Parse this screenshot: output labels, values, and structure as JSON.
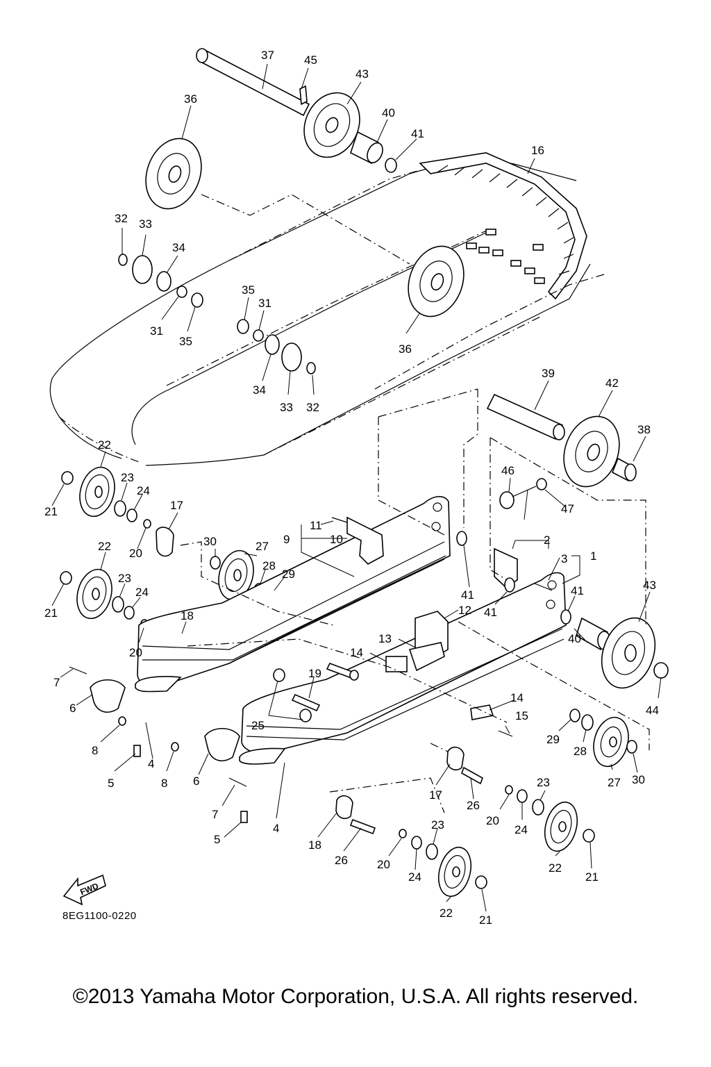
{
  "diagram": {
    "code": "8EG1100-0220",
    "fwd_label": "FWD",
    "callouts": [
      {
        "id": "c37a",
        "text": "37"
      },
      {
        "id": "c45",
        "text": "45"
      },
      {
        "id": "c43a",
        "text": "43"
      },
      {
        "id": "c36a",
        "text": "36"
      },
      {
        "id": "c40a",
        "text": "40"
      },
      {
        "id": "c41a",
        "text": "41"
      },
      {
        "id": "c16",
        "text": "16"
      },
      {
        "id": "c32a",
        "text": "32"
      },
      {
        "id": "c33a",
        "text": "33"
      },
      {
        "id": "c34a",
        "text": "34"
      },
      {
        "id": "c35a",
        "text": "35"
      },
      {
        "id": "c31a",
        "text": "31"
      },
      {
        "id": "c31b",
        "text": "31"
      },
      {
        "id": "c35b",
        "text": "35"
      },
      {
        "id": "c36b",
        "text": "36"
      },
      {
        "id": "c34b",
        "text": "34"
      },
      {
        "id": "c33b",
        "text": "33"
      },
      {
        "id": "c32b",
        "text": "32"
      },
      {
        "id": "c39",
        "text": "39"
      },
      {
        "id": "c42",
        "text": "42"
      },
      {
        "id": "c38",
        "text": "38"
      },
      {
        "id": "c22a",
        "text": "22"
      },
      {
        "id": "c21a",
        "text": "21"
      },
      {
        "id": "c23a",
        "text": "23"
      },
      {
        "id": "c24a",
        "text": "24"
      },
      {
        "id": "c17a",
        "text": "17"
      },
      {
        "id": "c46",
        "text": "46"
      },
      {
        "id": "c47",
        "text": "47"
      },
      {
        "id": "c11",
        "text": "11"
      },
      {
        "id": "c9",
        "text": "9"
      },
      {
        "id": "c10",
        "text": "10"
      },
      {
        "id": "c2",
        "text": "2"
      },
      {
        "id": "c1",
        "text": "1"
      },
      {
        "id": "c3",
        "text": "3"
      },
      {
        "id": "c20a",
        "text": "20"
      },
      {
        "id": "c30a",
        "text": "30"
      },
      {
        "id": "c27a",
        "text": "27"
      },
      {
        "id": "c28a",
        "text": "28"
      },
      {
        "id": "c29a",
        "text": "29"
      },
      {
        "id": "c22b",
        "text": "22"
      },
      {
        "id": "c21b",
        "text": "21"
      },
      {
        "id": "c23b",
        "text": "23"
      },
      {
        "id": "c24b",
        "text": "24"
      },
      {
        "id": "c41b",
        "text": "41"
      },
      {
        "id": "c41c",
        "text": "41"
      },
      {
        "id": "c41d",
        "text": "41"
      },
      {
        "id": "c43b",
        "text": "43"
      },
      {
        "id": "c12",
        "text": "12"
      },
      {
        "id": "c18a",
        "text": "18"
      },
      {
        "id": "c20b",
        "text": "20"
      },
      {
        "id": "c13",
        "text": "13"
      },
      {
        "id": "c14a",
        "text": "14"
      },
      {
        "id": "c40b",
        "text": "40"
      },
      {
        "id": "c19",
        "text": "19"
      },
      {
        "id": "c7a",
        "text": "7"
      },
      {
        "id": "c44",
        "text": "44"
      },
      {
        "id": "c6a",
        "text": "6"
      },
      {
        "id": "c14b",
        "text": "14"
      },
      {
        "id": "c25",
        "text": "25"
      },
      {
        "id": "c15",
        "text": "15"
      },
      {
        "id": "c8a",
        "text": "8"
      },
      {
        "id": "c5a",
        "text": "5"
      },
      {
        "id": "c4a",
        "text": "4"
      },
      {
        "id": "c8b",
        "text": "8"
      },
      {
        "id": "c6b",
        "text": "6"
      },
      {
        "id": "c29b",
        "text": "29"
      },
      {
        "id": "c28b",
        "text": "28"
      },
      {
        "id": "c27b",
        "text": "27"
      },
      {
        "id": "c30b",
        "text": "30"
      },
      {
        "id": "c17b",
        "text": "17"
      },
      {
        "id": "c26a",
        "text": "26"
      },
      {
        "id": "c20c",
        "text": "20"
      },
      {
        "id": "c23c",
        "text": "23"
      },
      {
        "id": "c7b",
        "text": "7"
      },
      {
        "id": "c24c",
        "text": "24"
      },
      {
        "id": "c5b",
        "text": "5"
      },
      {
        "id": "c4b",
        "text": "4"
      },
      {
        "id": "c18b",
        "text": "18"
      },
      {
        "id": "c26b",
        "text": "26"
      },
      {
        "id": "c20d",
        "text": "20"
      },
      {
        "id": "c23d",
        "text": "23"
      },
      {
        "id": "c22c",
        "text": "22"
      },
      {
        "id": "c21c",
        "text": "21"
      },
      {
        "id": "c24d",
        "text": "24"
      },
      {
        "id": "c22d",
        "text": "22"
      },
      {
        "id": "c21d",
        "text": "21"
      }
    ]
  },
  "footer": {
    "copyright": "©2013 Yamaha Motor Corporation, U.S.A. All rights reserved."
  }
}
